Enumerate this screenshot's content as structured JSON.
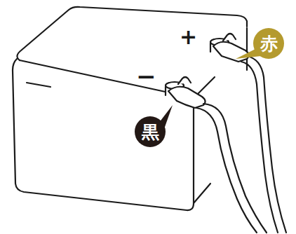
{
  "diagram": {
    "nodes": [
      {
        "text": [
          "赤"
        ]
      },
      {
        "text": [
          "黒"
        ]
      }
    ],
    "labels": [
      "+",
      "−"
    ]
  }
}
